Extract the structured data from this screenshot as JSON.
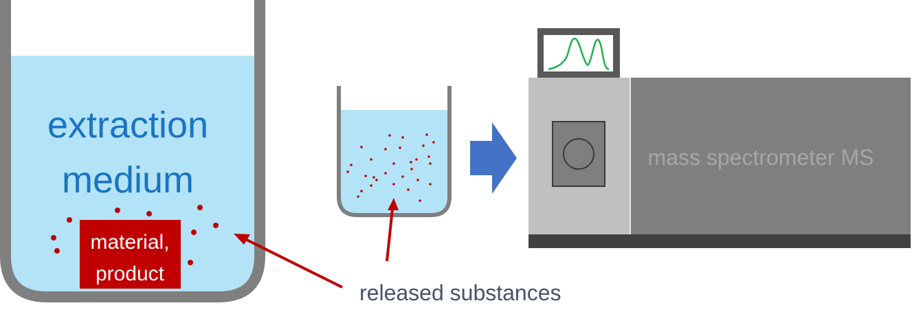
{
  "beaker_large": {
    "medium_label_line1": "extraction",
    "medium_label_line2": "medium",
    "material_label_line1": "material,",
    "material_label_line2": "product"
  },
  "annotation": {
    "released_label": "released substances"
  },
  "spectrometer": {
    "label": "mass spectrometer MS"
  },
  "colors": {
    "liquid": "#b3e3f6",
    "beaker_wall": "#7f7f7f",
    "medium_text": "#1a73c4",
    "material_box": "#c00000",
    "particle": "#c00000",
    "arrow_red": "#c00000",
    "flow_arrow": "#4472c4",
    "annotation_text": "#44546a",
    "ms_light": "#c0c0c0",
    "ms_dark": "#7f7f7f",
    "ms_base": "#404040",
    "ms_label": "#a6a6a6",
    "monitor_frame": "#595959",
    "spectrum_line": "#21b04b"
  }
}
